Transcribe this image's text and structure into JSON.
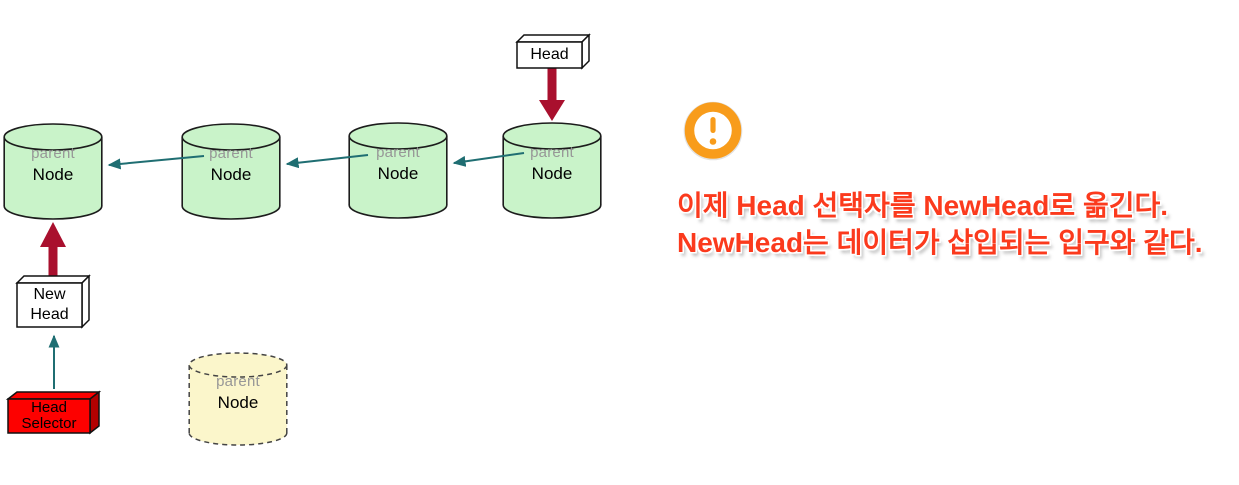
{
  "diagram": {
    "nodes": [
      {
        "sublabel": "parent",
        "label": "Node"
      },
      {
        "sublabel": "parent",
        "label": "Node"
      },
      {
        "sublabel": "parent",
        "label": "Node"
      },
      {
        "sublabel": "parent",
        "label": "Node"
      }
    ],
    "ghost_node": {
      "sublabel": "parent",
      "label": "Node"
    },
    "head_box": {
      "label": "Head"
    },
    "new_head_box": {
      "line1": "New",
      "line2": "Head"
    },
    "selector_box": {
      "line1": "Head",
      "line2": "Selector"
    },
    "icons": {
      "callout_icon": "warning-exclamation-icon"
    }
  },
  "callout": {
    "line1": "이제 Head 선택자를 NewHead로 옮긴다.",
    "line2": "NewHead는 데이터가 삽입되는 입구와 같다."
  },
  "colors": {
    "node_fill": "#c9f3c9",
    "node_stroke": "#1c1c1c",
    "ghost_node_fill": "#fbf6cb",
    "pointer_arrow_teal": "#1f6e72",
    "move_arrow_red": "#a9102e",
    "selector_box_red": "#fd0100",
    "selector_box_side_red": "#b30000",
    "icon_orange": "#f89c1b",
    "caption_red": "#fb3a1d",
    "sublabel_gray": "#979797"
  }
}
